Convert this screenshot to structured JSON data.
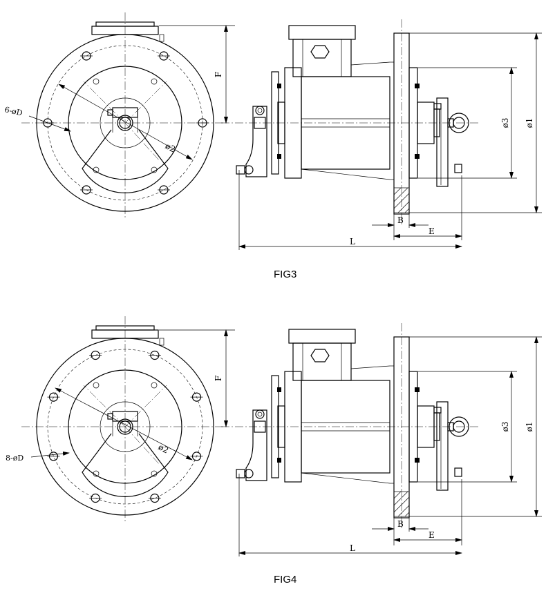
{
  "figures": [
    {
      "id": "fig3",
      "caption": "FIG3",
      "bolt_label": "6-øD",
      "bolt_count": 6
    },
    {
      "id": "fig4",
      "caption": "FIG4",
      "bolt_label": "8-øD",
      "bolt_count": 8
    }
  ],
  "dimensions": {
    "F": "F",
    "d2": "ø2",
    "d3": "ø3",
    "d1": "ø1",
    "B": "B",
    "E": "E",
    "L": "L"
  }
}
